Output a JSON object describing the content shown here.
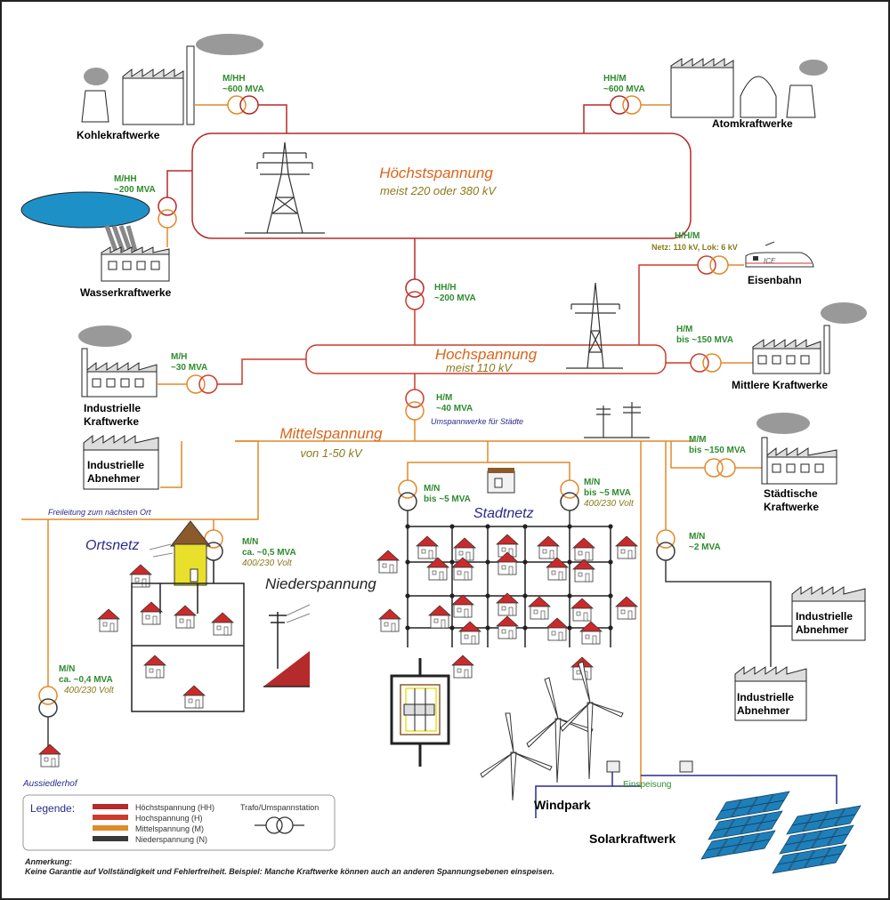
{
  "levels": {
    "hh": {
      "title": "Höchstspannung",
      "sub": "meist 220 oder 380 kV"
    },
    "h": {
      "title": "Hochspannung",
      "sub": "meist 110 kV"
    },
    "m": {
      "title": "Mittelspannung",
      "sub": "von 1-50 kV"
    },
    "n": {
      "title": "Niederspannung"
    }
  },
  "plants": {
    "kohle": "Kohlekraftwerke",
    "atom": "Atomkraftwerke",
    "wasser": "Wasserkraftwerke",
    "industrie_kw": [
      "Industrielle",
      "Kraftwerke"
    ],
    "mittlere": "Mittlere Kraftwerke",
    "staedtische": [
      "Städtische",
      "Kraftwerke"
    ],
    "windpark": "Windpark",
    "solar": "Solarkraftwerk",
    "eisenbahn": "Eisenbahn",
    "ice": "ICE"
  },
  "consumers": {
    "industrie_abn_left": [
      "Industrielle",
      "Abnehmer"
    ],
    "industrie_abn_right1": [
      "Industrielle",
      "Abnehmer"
    ],
    "industrie_abn_right2": [
      "Industrielle",
      "Abnehmer"
    ],
    "aussiedlerhof": "Aussiedlerhof"
  },
  "transformers": {
    "kohle": [
      "M/HH",
      "~600 MVA"
    ],
    "atom": [
      "HH/M",
      "~600 MVA"
    ],
    "wasser": [
      "M/HH",
      "~200 MVA"
    ],
    "hh_h": [
      "HH/H",
      "~200 MVA"
    ],
    "bahn": [
      "H/H/M",
      "Netz: 110 kV, Lok: 6 kV"
    ],
    "mittlere": [
      "H/M",
      "bis ~150 MVA"
    ],
    "industrie": [
      "M/H",
      "~30 MVA"
    ],
    "h_m": [
      "H/M",
      "~40 MVA"
    ],
    "h_m_note": "Umspannwerke für Städte",
    "staedtische": [
      "M/M",
      "bis ~150 MVA"
    ],
    "stadt_left": [
      "M/N",
      "bis ~5 MVA"
    ],
    "stadt_right": [
      "M/N",
      "bis ~5 MVA",
      "400/230 Volt"
    ],
    "mn_2": [
      "M/N",
      "~2 MVA"
    ],
    "ortsnetz": [
      "M/N",
      "ca. ~0,5 MVA",
      "400/230 Volt"
    ],
    "aussiedler": [
      "M/N",
      "ca. ~0,4 MVA",
      "400/230 Volt"
    ]
  },
  "networks": {
    "ortsnetz": "Ortsnetz",
    "stadtnetz": "Stadtnetz",
    "freileitung": "Freileitung zum nächsten Ort",
    "einspeisung": "Einspeisung"
  },
  "legend": {
    "title": "Legende:",
    "items": [
      {
        "label": "Höchstspannung (HH)",
        "color": "#b52a2a"
      },
      {
        "label": "Hochspannung (H)",
        "color": "#cc3b2e"
      },
      {
        "label": "Mittelspannung (M)",
        "color": "#e08a2a"
      },
      {
        "label": "Niederspannung (N)",
        "color": "#3a3a3a"
      }
    ],
    "trafo_label": "Trafo/Umspannstation"
  },
  "note": {
    "title": "Anmerkung:",
    "text": "Keine Garantie auf Vollständigkeit und Fehlerfreiheit. Beispiel: Manche Kraftwerke können auch an anderen Spannungsebenen einspeisen."
  },
  "colors": {
    "hh": "#b52a2a",
    "h": "#cc3b2e",
    "m": "#e08a2a",
    "n": "#3a3a3a",
    "level_text": "#d9651a",
    "trafo_green": "#2e8b2e",
    "net_blue": "#2a2a8a"
  }
}
